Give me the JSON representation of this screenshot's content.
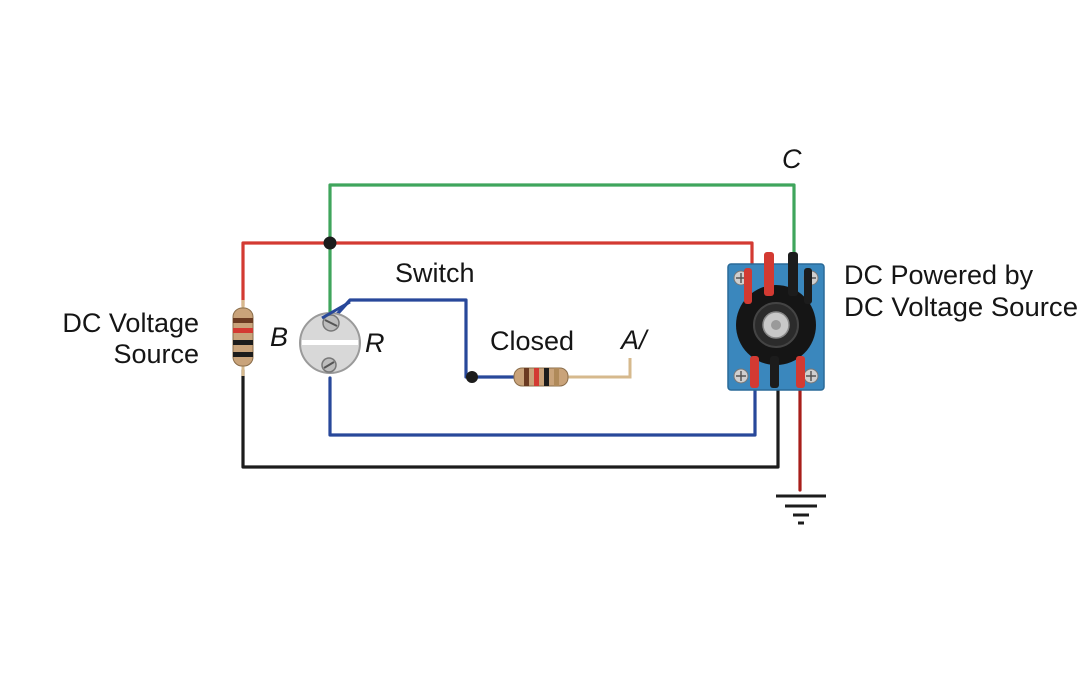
{
  "labels": {
    "left_source_line1": "DC Voltage",
    "left_source_line2": "Source",
    "node_b": "B",
    "node_r": "R",
    "node_c": "C",
    "node_a": "A/",
    "switch": "Switch",
    "closed": "Closed",
    "right_line1": "DC Powered by",
    "right_line2": "DC Voltage Source"
  },
  "wire_colors": {
    "red": "#d33a32",
    "green": "#3fa55c",
    "blue": "#28489a",
    "black": "#1c1c1c",
    "lead": "#d6b98d"
  },
  "module": {
    "board_color": "#3a87bd",
    "knob_color": "#151515"
  }
}
